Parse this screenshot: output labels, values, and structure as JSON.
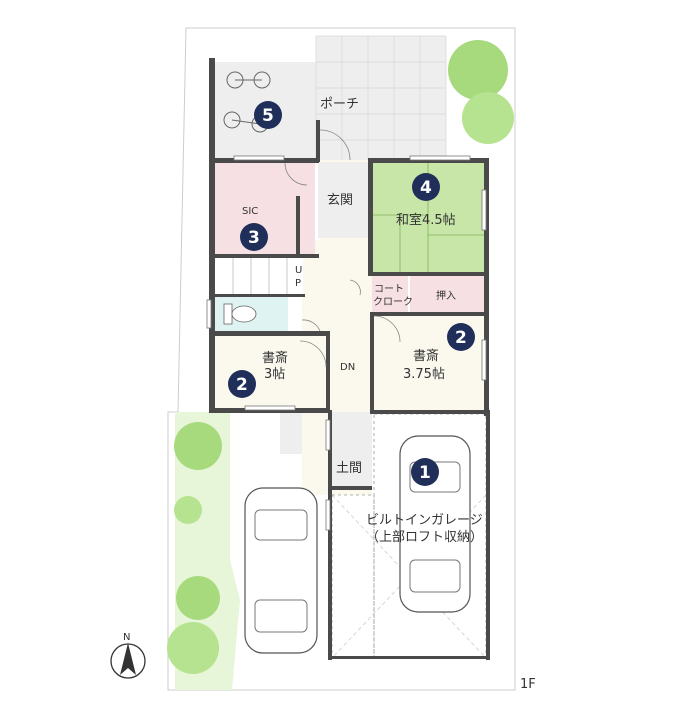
{
  "floor_label": "1F",
  "compass": {
    "label": "N",
    "icon": "north-arrow-icon"
  },
  "colors": {
    "badge": "#1f2f5a",
    "tatami": "#c9e6a9",
    "sic": "#f6e0e3",
    "oshiire": "#f6e0e3",
    "bath": "#dff3f3",
    "hall": "#fbf8ee",
    "garden": "#e7f5d8",
    "tile": "#eeeeee"
  },
  "rooms": {
    "porch": {
      "label": "ポーチ",
      "number": "5"
    },
    "sic": {
      "label": "SIC",
      "number": "3"
    },
    "genkan": {
      "label": "玄関"
    },
    "washitsu": {
      "label": "和室4.5帖",
      "number": "4"
    },
    "oshiire": {
      "label": "押入"
    },
    "coat_closet": {
      "line1": "コート",
      "line2": "クローク"
    },
    "up": {
      "line1": "U",
      "line2": "P"
    },
    "down": {
      "label": "DN"
    },
    "study_left": {
      "line1": "書斎",
      "line2": "3帖",
      "number": "2"
    },
    "study_right": {
      "line1": "書斎",
      "line2": "3.75帖",
      "number": "2"
    },
    "doma": {
      "label": "土間"
    },
    "garage": {
      "line1": "ビルトインガレージ",
      "line2": "（上部ロフト収納）",
      "number": "1"
    }
  }
}
